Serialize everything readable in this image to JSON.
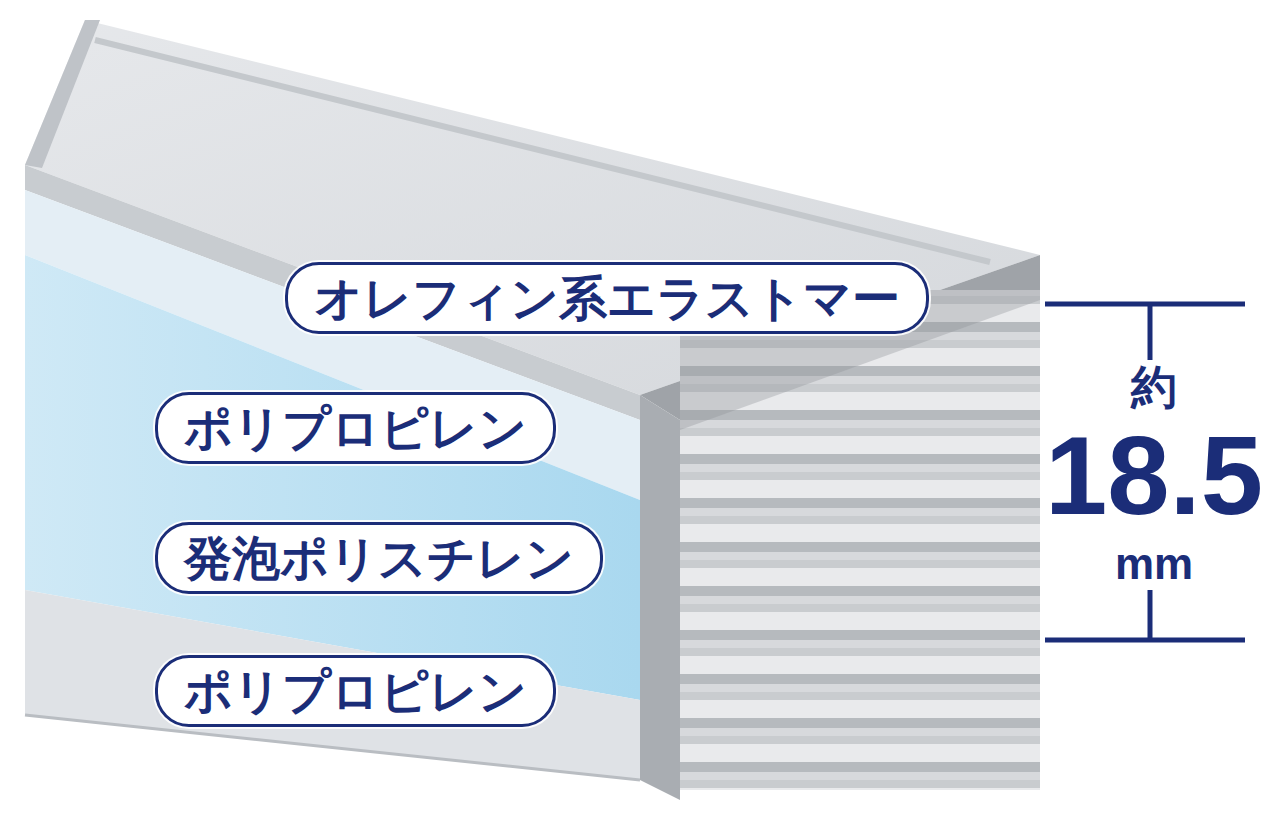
{
  "diagram": {
    "nodes": [
      {
        "text": [
          "オレフィン系エラストマー"
        ]
      },
      {
        "text": [
          "ポリプロピレン"
        ]
      },
      {
        "text": [
          "発泡ポリスチレン"
        ]
      },
      {
        "text": [
          "ポリプロピレン"
        ]
      }
    ],
    "labels": [
      "約",
      "18.5",
      "mm"
    ]
  }
}
